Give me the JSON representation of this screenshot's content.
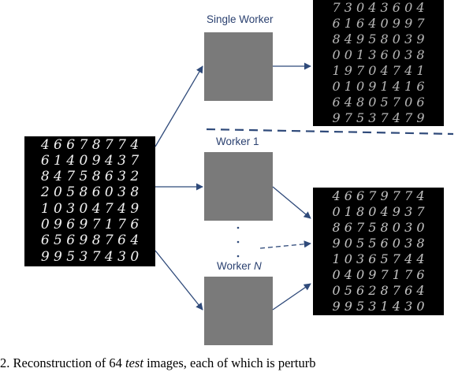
{
  "labels": {
    "single_worker": "Single Worker",
    "worker_1": "Worker 1",
    "worker_n_prefix": "Worker ",
    "worker_n_var": "N"
  },
  "input_grid": [
    "4 6 6 7 8 7 7 4",
    "6 1 4 0 9 4 3 7",
    "8 4 7 5 8 6 3 2",
    "2 0 5 8 6 0 3 8",
    "1 0 3 0 4 7 4 9",
    "0 9 6 9 7 1 7 6",
    "6 5 6 9 8 7 6 4",
    "9 9 5 3 7 4 3 0"
  ],
  "single_recon_grid": [
    "7 3 0 4 3 6 0 4",
    "6 1 6 4 0 9 9 7",
    "8 4 9 5 8 0 3 9",
    "0 0 1 3 6 0 3 8",
    "1 9 7 0 4 7 4 1",
    "0 1 0 9 1 4 1 6",
    "6 4 8 0 5 7 0 6",
    "9 7 5 3 7 4 7 9"
  ],
  "multi_recon_grid": [
    "4 6 6 7 9 7 7 4",
    "0 1 8 0 4 9 3 7",
    "8 6 7 5 8 0 3 0",
    "9 0 5 5 6 0 3 8",
    "1 0 3 6 5 7 4 4",
    "0 4 0 9 7 1 7 6",
    "0 5 6 2 8 7 6 4",
    "9 9 5 3 1 4 3 0"
  ],
  "caption": {
    "prefix": "2.    Reconstruction of 64 ",
    "italic": "test",
    "suffix": " images, each of which is perturb"
  },
  "colors": {
    "arrow": "#2f4a7a",
    "label": "#2b4170",
    "noise": "#7a7a7a"
  }
}
